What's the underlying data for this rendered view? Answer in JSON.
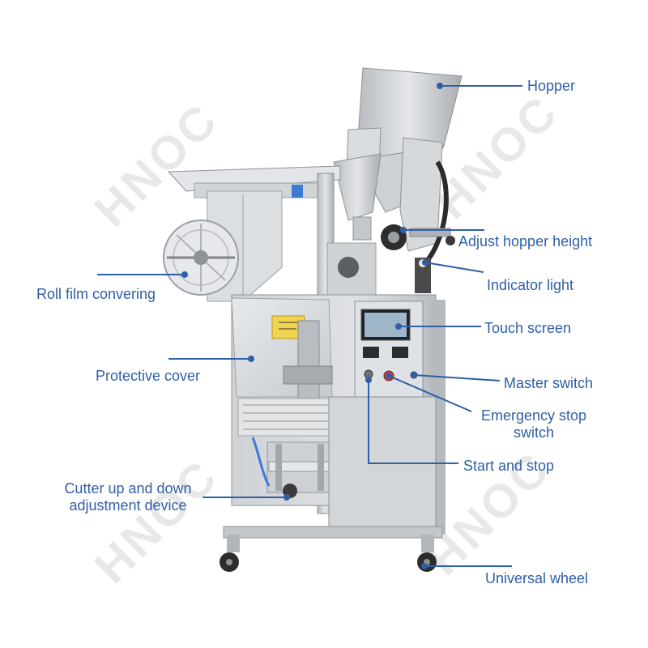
{
  "watermark": "HNOC",
  "colors": {
    "label": "#2f5fa6",
    "leader": "#2f5fa6",
    "steel": "#c9ccd0",
    "steel_dark": "#8e9297"
  },
  "labels": {
    "hopper": "Hopper",
    "adjust_hopper_height": "Adjust hopper height",
    "indicator_light": "Indicator light",
    "touch_screen": "Touch screen",
    "master_switch": "Master switch",
    "emergency_line1": "Emergency stop",
    "emergency_line2": "switch",
    "start_and_stop": "Start and stop",
    "universal_wheel": "Universal wheel",
    "roll_film": "Roll film convering",
    "protective_cover": "Protective cover",
    "cutter_line1": "Cutter up and down",
    "cutter_line2": "adjustment device"
  }
}
